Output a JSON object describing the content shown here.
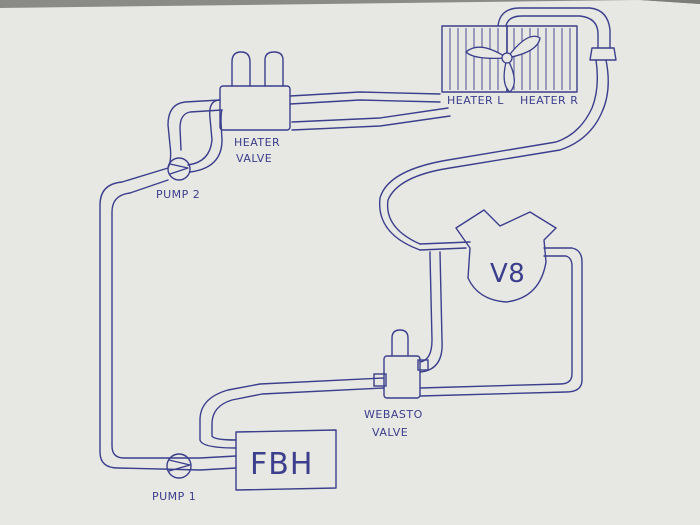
{
  "diagram": {
    "labels": {
      "heater_valve_line1": "HEATER",
      "heater_valve_line2": "VALVE",
      "pump2": "PUMP 2",
      "pump1": "PUMP 1",
      "fbh": "FBH",
      "heater_l": "HEATER L",
      "heater_r": "HEATER R",
      "v8": "V8",
      "webasto_line1": "WEBASTO",
      "webasto_line2": "VALVE"
    },
    "colors": {
      "ink": "#3b3f8c",
      "paper": "#e9e9e6",
      "background": "#8a8a86"
    }
  }
}
